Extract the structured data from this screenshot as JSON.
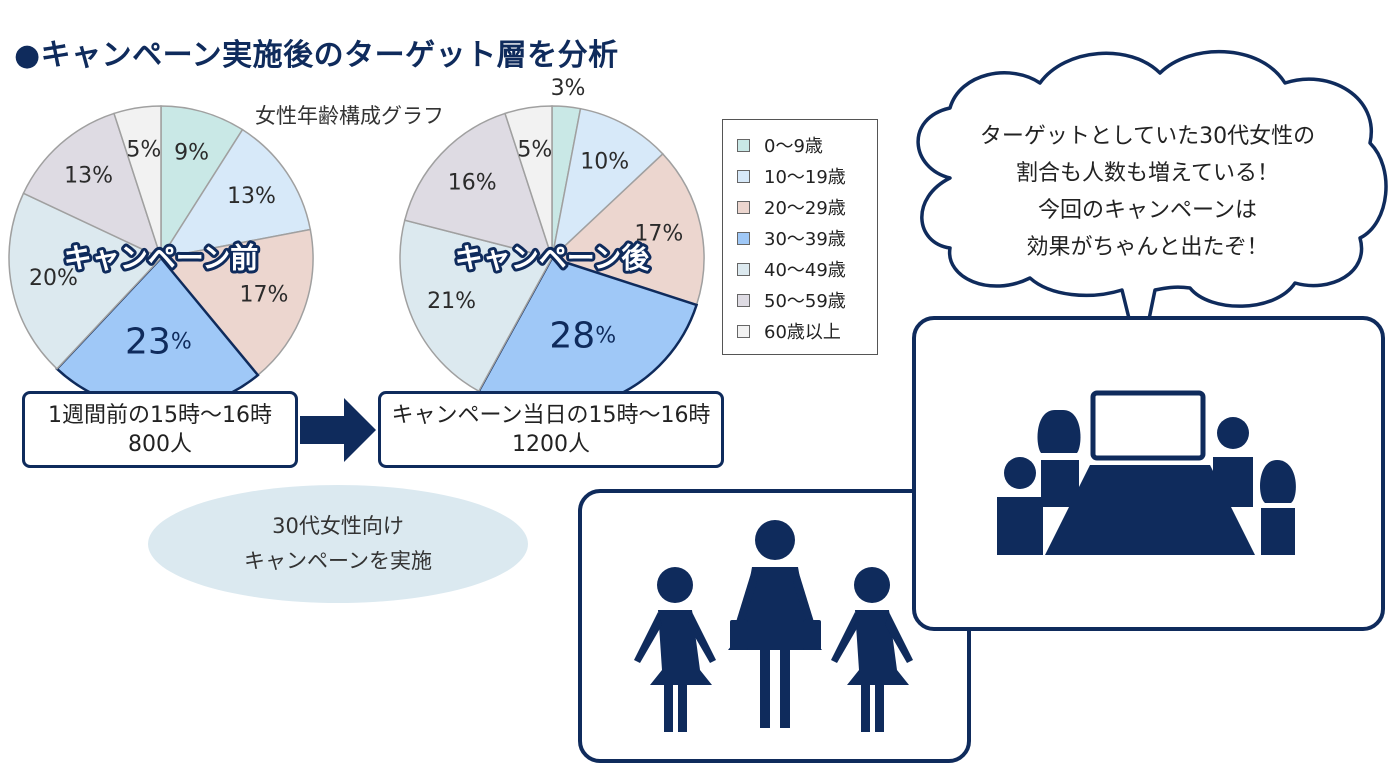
{
  "title": "●キャンペーン実施後のターゲット層を分析",
  "chart_caption": "女性年齢構成グラフ",
  "chart_data": [
    {
      "type": "pie",
      "center_label": "キャンペーン前",
      "categories": [
        "0～9歳",
        "10～19歳",
        "20～29歳",
        "30～39歳",
        "40～49歳",
        "50～59歳",
        "60歳以上"
      ],
      "values": [
        9,
        13,
        17,
        23,
        20,
        13,
        5
      ],
      "labels": [
        "9%",
        "13%",
        "17%",
        "23",
        "20%",
        "13%",
        "5%"
      ],
      "highlight_pct": "%"
    },
    {
      "type": "pie",
      "center_label": "キャンペーン後",
      "categories": [
        "0～9歳",
        "10～19歳",
        "20～29歳",
        "30～39歳",
        "40～49歳",
        "50～59歳",
        "60歳以上"
      ],
      "values": [
        3,
        10,
        17,
        28,
        21,
        16,
        5
      ],
      "labels": [
        "3%",
        "10%",
        "17%",
        "28",
        "21%",
        "16%",
        "5%"
      ],
      "highlight_pct": "%"
    }
  ],
  "colors": [
    "#c9e8e6",
    "#d7e9f9",
    "#ecd6cf",
    "#9fc8f7",
    "#dce9ef",
    "#dedbe3",
    "#f2f2f2"
  ],
  "legend": [
    "0～9歳",
    "10～19歳",
    "20～29歳",
    "30～39歳",
    "40～49歳",
    "50～59歳",
    "60歳以上"
  ],
  "before_box": {
    "line1": "1週間前の15時～16時",
    "line2": "800人"
  },
  "after_box": {
    "line1": "キャンペーン当日の15時～16時",
    "line2": "1200人"
  },
  "campaign": {
    "line1": "30代女性向け",
    "line2": "キャンペーンを実施"
  },
  "speech": {
    "line1": "ターゲットとしていた30代女性の",
    "line2": "割合も人数も増えている！",
    "line3": "今回のキャンペーンは",
    "line4": "効果がちゃんと出たぞ！"
  },
  "icons": [
    "arrow-right-icon",
    "women-group-icon",
    "meeting-table-icon",
    "thought-cloud-icon"
  ]
}
